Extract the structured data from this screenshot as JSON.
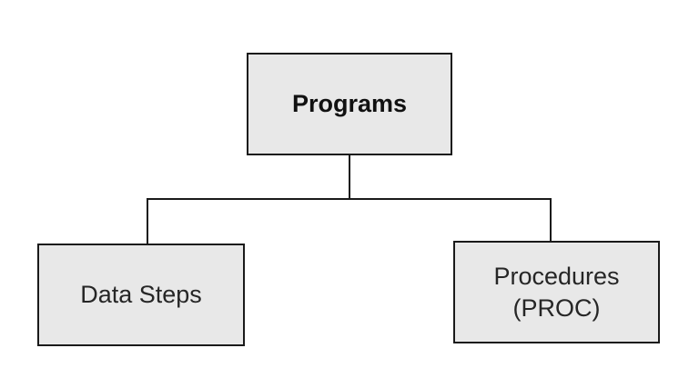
{
  "diagram": {
    "type": "hierarchy-flowchart",
    "nodes": [
      {
        "id": "programs",
        "label": "Programs",
        "role": "root",
        "emphasis": "bold"
      },
      {
        "id": "data-steps",
        "label": "Data Steps",
        "role": "child"
      },
      {
        "id": "procedures",
        "lines": [
          "Procedures",
          "(PROC)"
        ],
        "role": "child"
      }
    ],
    "edges": [
      {
        "from": "programs",
        "to": "data-steps"
      },
      {
        "from": "programs",
        "to": "procedures"
      }
    ]
  },
  "colors": {
    "background": "#ffffff",
    "box_fill": "#e8e8e8",
    "box_border": "#1a1a1a",
    "line": "#1a1a1a",
    "title_text": "#111111",
    "label_text": "#262626"
  }
}
